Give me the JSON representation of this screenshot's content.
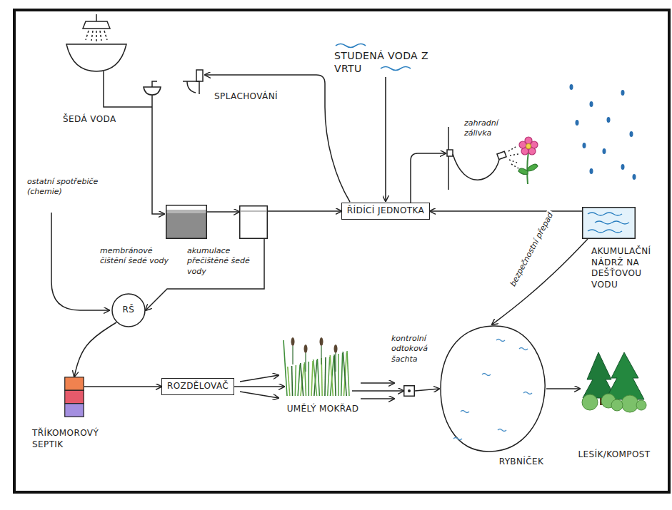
{
  "diagram": {
    "nodes": [
      {
        "text": [
          "membránové čištění šedé vody"
        ]
      },
      {
        "text": [
          "akumulace přečištěné šedé vody"
        ]
      },
      {
        "text": [
          "ŘÍDÍCÍ JEDNOTKA"
        ]
      },
      {
        "text": [
          "AKUMULAČNÍ NÁDRŽ NA DEŠŤOVOU VODU"
        ]
      },
      {
        "text": [
          "RŠ"
        ]
      },
      {
        "text": [
          "TŘÍKOMOROVÝ SEPTIK"
        ]
      },
      {
        "text": [
          "ROZDĚLOVAČ"
        ]
      },
      {
        "text": [
          "UMĚLÝ MOKŘAD"
        ]
      },
      {
        "text": [
          "kontrolní odtoková šachta"
        ]
      },
      {
        "text": [
          "RYBNÍČEK"
        ]
      },
      {
        "text": [
          "LESÍK/KOMPOST"
        ]
      }
    ],
    "edges": [
      {
        "from": 0,
        "to": 1,
        "arrow": "to"
      },
      {
        "from": 1,
        "to": 2,
        "arrow": "to"
      },
      {
        "from": 3,
        "to": 2,
        "arrow": "to"
      },
      {
        "from": 1,
        "to": 4,
        "arrow": "to"
      },
      {
        "from": 4,
        "to": 5,
        "arrow": "to"
      },
      {
        "from": 5,
        "to": 6,
        "arrow": "to"
      },
      {
        "from": 6,
        "to": 7,
        "arrow": "to"
      },
      {
        "from": 7,
        "to": 8,
        "arrow": "to"
      },
      {
        "from": 8,
        "to": 9,
        "arrow": "to"
      },
      {
        "from": 3,
        "to": 9,
        "label": "bezpečnostní přepad",
        "arrow": "to"
      },
      {
        "from": 9,
        "to": 10,
        "arrow": "to"
      }
    ],
    "labels": [
      "ŠEDÁ VODA",
      "SPLACHOVÁNÍ",
      "STUDENÁ VODA Z VRTU",
      "zahradní zálivka",
      "ostatní spotřebiče (chemie)"
    ]
  }
}
